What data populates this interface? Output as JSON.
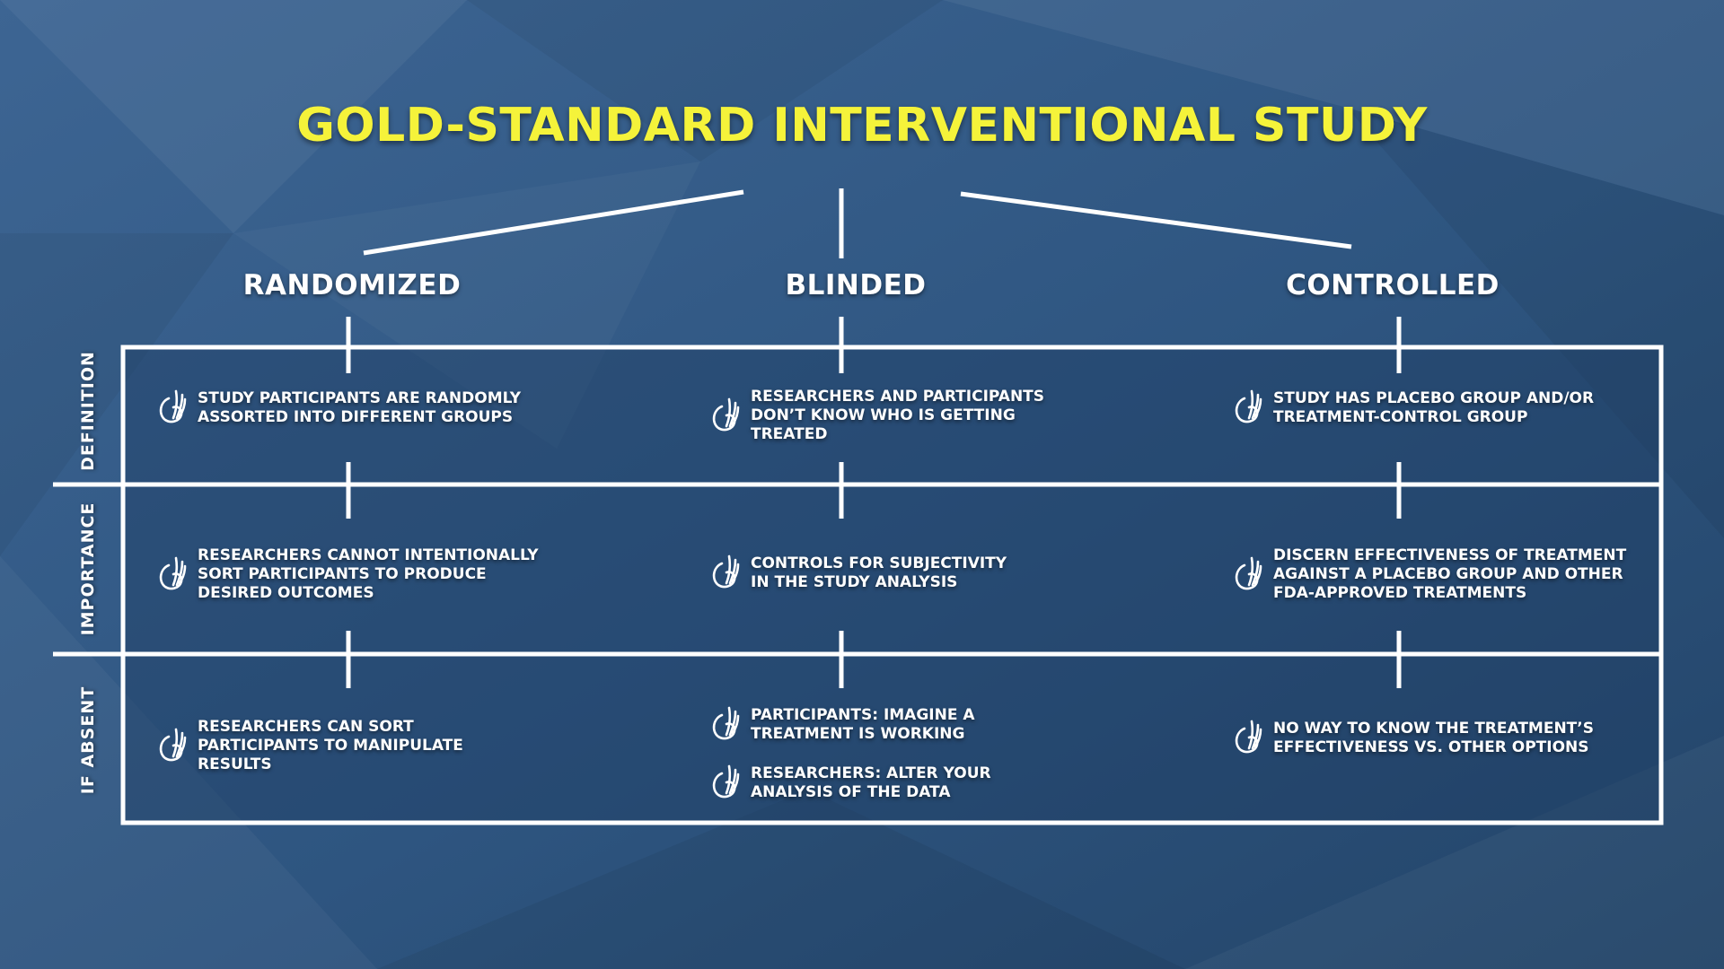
{
  "title": "GOLD-STANDARD INTERVENTIONAL STUDY",
  "columns": [
    "RANDOMIZED",
    "BLINDED",
    "CONTROLLED"
  ],
  "rows": [
    "DEFINITION",
    "IMPORTANCE",
    "IF ABSENT"
  ],
  "cells": {
    "definition": {
      "randomized": "STUDY PARTICIPANTS ARE RANDOMLY\nASSORTED INTO DIFFERENT GROUPS",
      "blinded": "RESEARCHERS AND PARTICIPANTS\nDON’T KNOW WHO IS GETTING\nTREATED",
      "controlled": "STUDY HAS PLACEBO GROUP AND/OR\nTREATMENT-CONTROL GROUP"
    },
    "importance": {
      "randomized": "RESEARCHERS CANNOT INTENTIONALLY\nSORT PARTICIPANTS TO PRODUCE\nDESIRED OUTCOMES",
      "blinded": "CONTROLS FOR SUBJECTIVITY\nIN THE STUDY ANALYSIS",
      "controlled": "DISCERN EFFECTIVENESS OF TREATMENT\nAGAINST A PLACEBO GROUP AND OTHER\nFDA-APPROVED TREATMENTS"
    },
    "if_absent": {
      "randomized": "RESEARCHERS CAN SORT\nPARTICIPANTS TO MANIPULATE\nRESULTS",
      "blinded_participants": "PARTICIPANTS: IMAGINE A\nTREATMENT IS WORKING",
      "blinded_researchers": "RESEARCHERS: ALTER YOUR\nANALYSIS OF THE DATA",
      "controlled": "NO WAY TO KNOW THE TREATMENT’S\nEFFECTIVENESS VS. OTHER OPTIONS"
    }
  },
  "colors": {
    "background": "#2f5680",
    "title": "#f5f33a",
    "lines": "#ffffff",
    "grid_fill": "#1f3d63"
  },
  "icon_name": "tooth-swirl-icon"
}
